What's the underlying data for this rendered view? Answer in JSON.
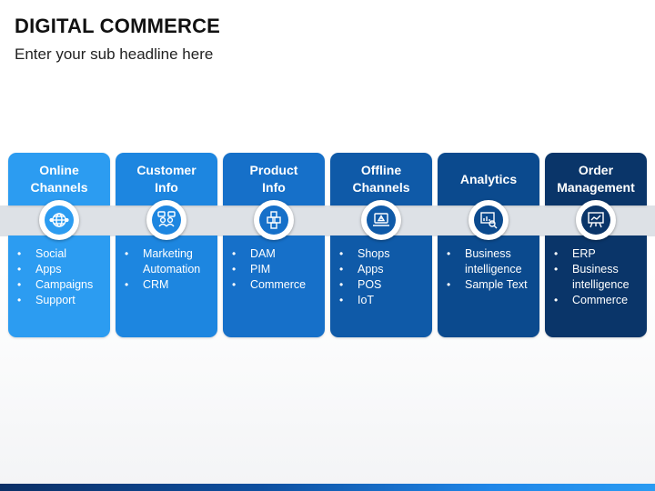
{
  "title": "DIGITAL COMMERCE",
  "subtitle": "Enter your sub headline here",
  "columns": [
    {
      "heading": "Online\nChannels",
      "color": "#2c9cf1",
      "icon": "globe-network-icon",
      "items": [
        "Social",
        "Apps",
        "Campaigns",
        "Support"
      ]
    },
    {
      "heading": "Customer\nInfo",
      "color": "#1d86e0",
      "icon": "customer-chat-icon",
      "items": [
        "Marketing Automation",
        "CRM"
      ]
    },
    {
      "heading": "Product\nInfo",
      "color": "#1670c9",
      "icon": "product-boxes-icon",
      "items": [
        "DAM",
        "PIM",
        "Commerce"
      ]
    },
    {
      "heading": "Offline\nChannels",
      "color": "#0f5aa8",
      "icon": "laptop-alert-icon",
      "items": [
        "Shops",
        "Apps",
        "POS",
        "IoT"
      ]
    },
    {
      "heading": "Analytics",
      "color": "#0b4a8e",
      "icon": "analytics-board-icon",
      "items": [
        "Business intelligence",
        "Sample Text"
      ]
    },
    {
      "heading": "Order\nManagement",
      "color": "#0a3569",
      "icon": "presentation-board-icon",
      "items": [
        "ERP",
        "Business intelligence",
        "Commerce"
      ]
    }
  ]
}
